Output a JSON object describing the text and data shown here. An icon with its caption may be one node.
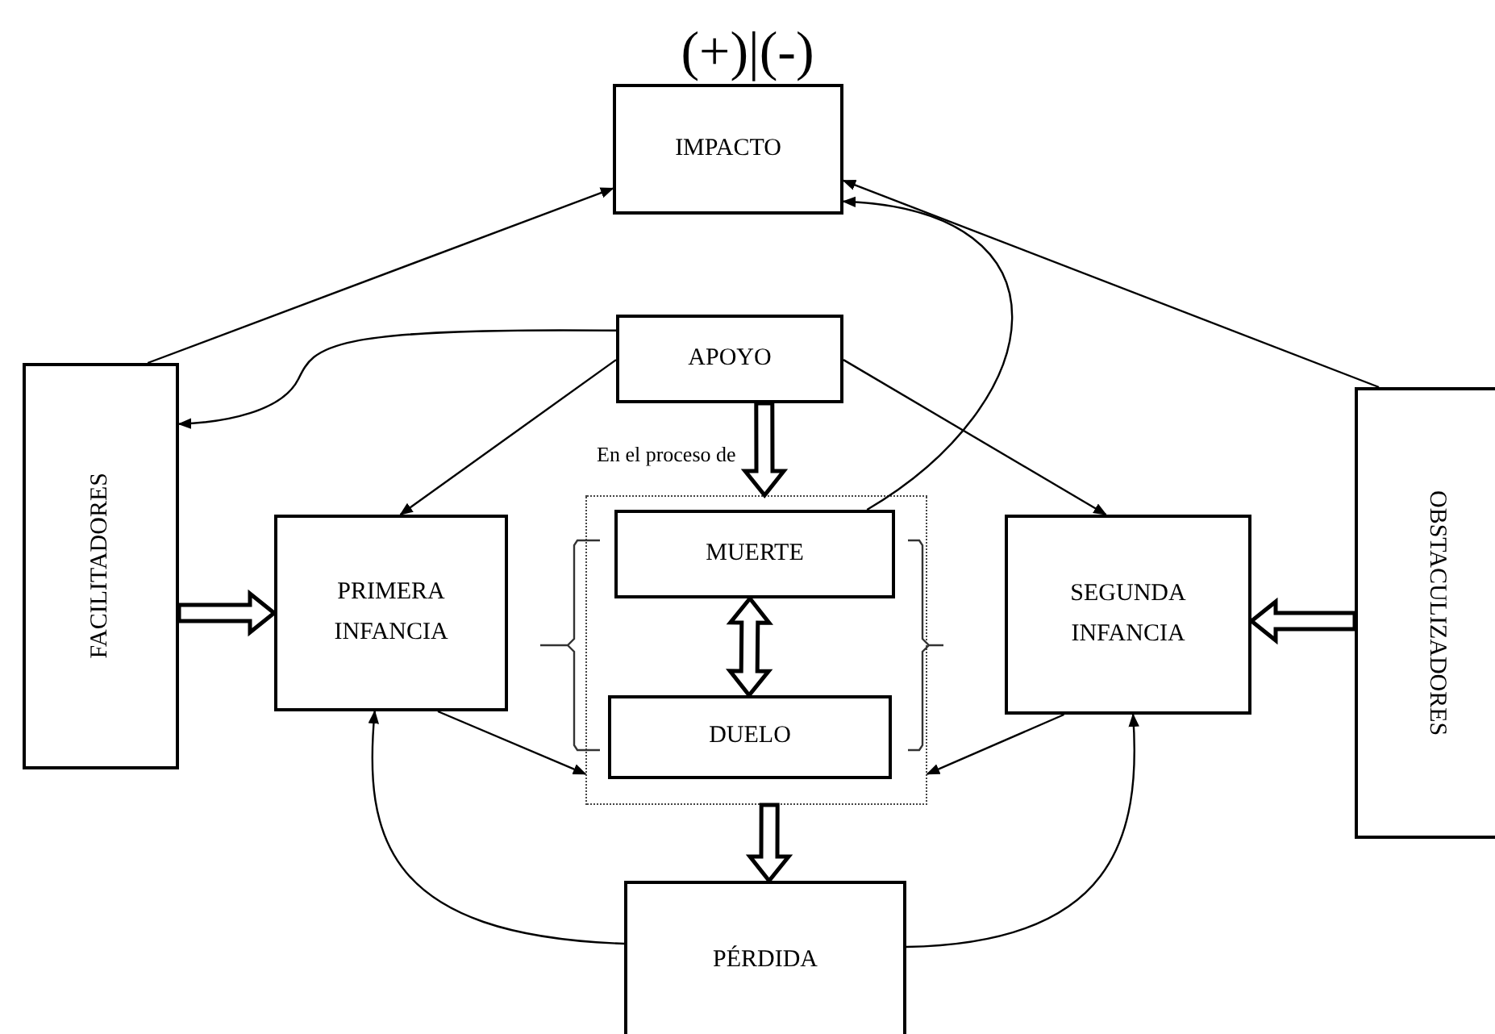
{
  "diagram": {
    "title": "(+)|(-)",
    "nodes": [
      {
        "text": [
          "IMPACTO"
        ]
      },
      {
        "text": [
          "APOYO"
        ]
      },
      {
        "text": [
          "FACILITADORES"
        ]
      },
      {
        "text": [
          "OBSTACULIZADORES"
        ]
      },
      {
        "text": [
          "PRIMERA INFANCIA"
        ]
      },
      {
        "text": [],
        "shape": "box"
      },
      {
        "text": [
          "MUERTE"
        ],
        "in": 5
      },
      {
        "text": [
          "DUELO"
        ],
        "in": 5
      },
      {
        "text": [
          "SEGUNDA INFANCIA"
        ]
      },
      {
        "text": [
          "PÉRDIDA"
        ]
      }
    ],
    "edges": [
      {
        "from": 2,
        "to": 0,
        "arrow": "to"
      },
      {
        "from": 3,
        "to": 0,
        "arrow": "to"
      },
      {
        "from": 1,
        "to": 2,
        "arrow": "to"
      },
      {
        "from": 1,
        "to": 4,
        "arrow": "to"
      },
      {
        "from": 1,
        "to": 8,
        "arrow": "to"
      },
      {
        "from": 6,
        "to": 0,
        "arrow": "to"
      },
      {
        "from": 1,
        "to": 5,
        "arrow": "to",
        "style": "thick",
        "label": "En el proceso de"
      },
      {
        "from": 6,
        "to": 7,
        "arrow": "both",
        "style": "thick"
      },
      {
        "from": 2,
        "to": 4,
        "arrow": "to",
        "style": "thick"
      },
      {
        "from": 3,
        "to": 8,
        "arrow": "to",
        "style": "thick"
      },
      {
        "from": 5,
        "to": 9,
        "arrow": "to",
        "style": "thick"
      },
      {
        "from": 4,
        "to": 5,
        "arrow": "to"
      },
      {
        "from": 8,
        "to": 5,
        "arrow": "to"
      },
      {
        "from": 9,
        "to": 4,
        "arrow": "to"
      },
      {
        "from": 9,
        "to": 8,
        "arrow": "to"
      }
    ]
  }
}
